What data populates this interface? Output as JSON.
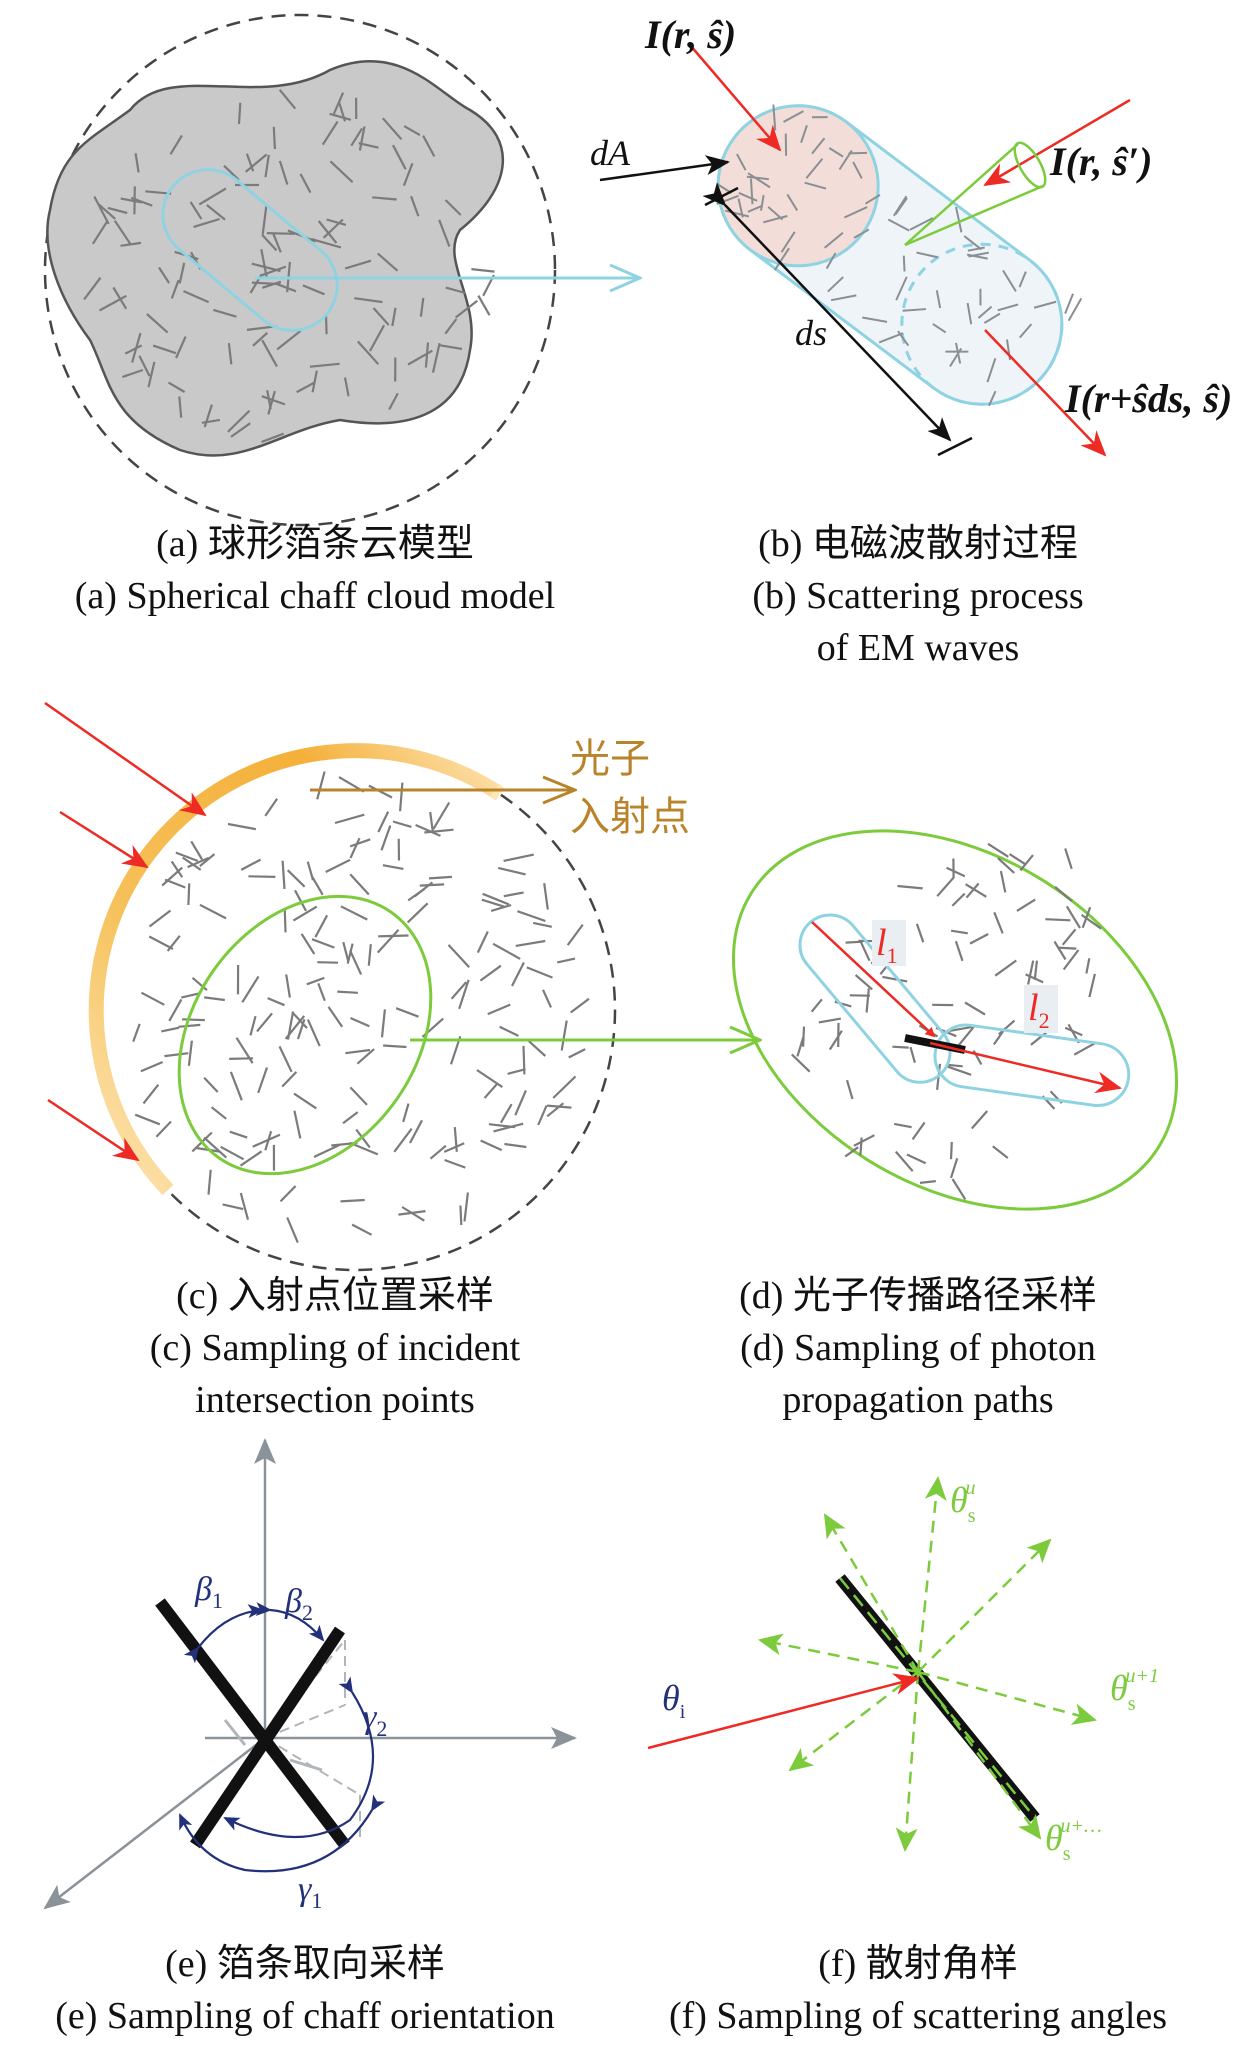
{
  "panels": {
    "a": {
      "caption_zh": "(a) 球形箔条云模型",
      "caption_en": "(a) Spherical chaff cloud model"
    },
    "b": {
      "caption_zh": "(b) 电磁波散射过程",
      "caption_en_1": "(b) Scattering process",
      "caption_en_2": "of EM waves",
      "label_intensity_in": "I(r, ŝ)",
      "label_intensity_scatter": "I(r, ŝ′)",
      "label_intensity_out": "I(r+ŝds, ŝ)",
      "label_dA": "dA",
      "label_ds": "ds"
    },
    "c": {
      "caption_zh": "(c) 入射点位置采样",
      "caption_en_1": "(c) Sampling of incident",
      "caption_en_2": "intersection points",
      "label_photon_1": "光子",
      "label_photon_2": "入射点"
    },
    "d": {
      "caption_zh": "(d) 光子传播路径采样",
      "caption_en_1": "(d) Sampling of photon",
      "caption_en_2": "propagation paths",
      "label_l1": "l1",
      "label_l2": "l2"
    },
    "e": {
      "caption_zh": "(e) 箔条取向采样",
      "caption_en": "(e) Sampling of chaff orientation",
      "label_beta1": "β1",
      "label_beta2": "β2",
      "label_gamma1": "γ1",
      "label_gamma2": "γ2"
    },
    "f": {
      "caption_zh": "(f) 散射角样",
      "caption_en": "(f) Sampling of scattering angles",
      "label_theta_i": "θi",
      "label_theta_u": "θsu",
      "label_theta_u1": "θsu+1",
      "label_theta_un": "θsu+…"
    }
  },
  "colors": {
    "incident": "#ee2a24",
    "cyan": "#8fd3e3",
    "green": "#7ccb3c",
    "orange": "#f4b03a",
    "brown": "#b9832a",
    "gray_fill": "#c9c9c9",
    "navy": "#23307a"
  }
}
